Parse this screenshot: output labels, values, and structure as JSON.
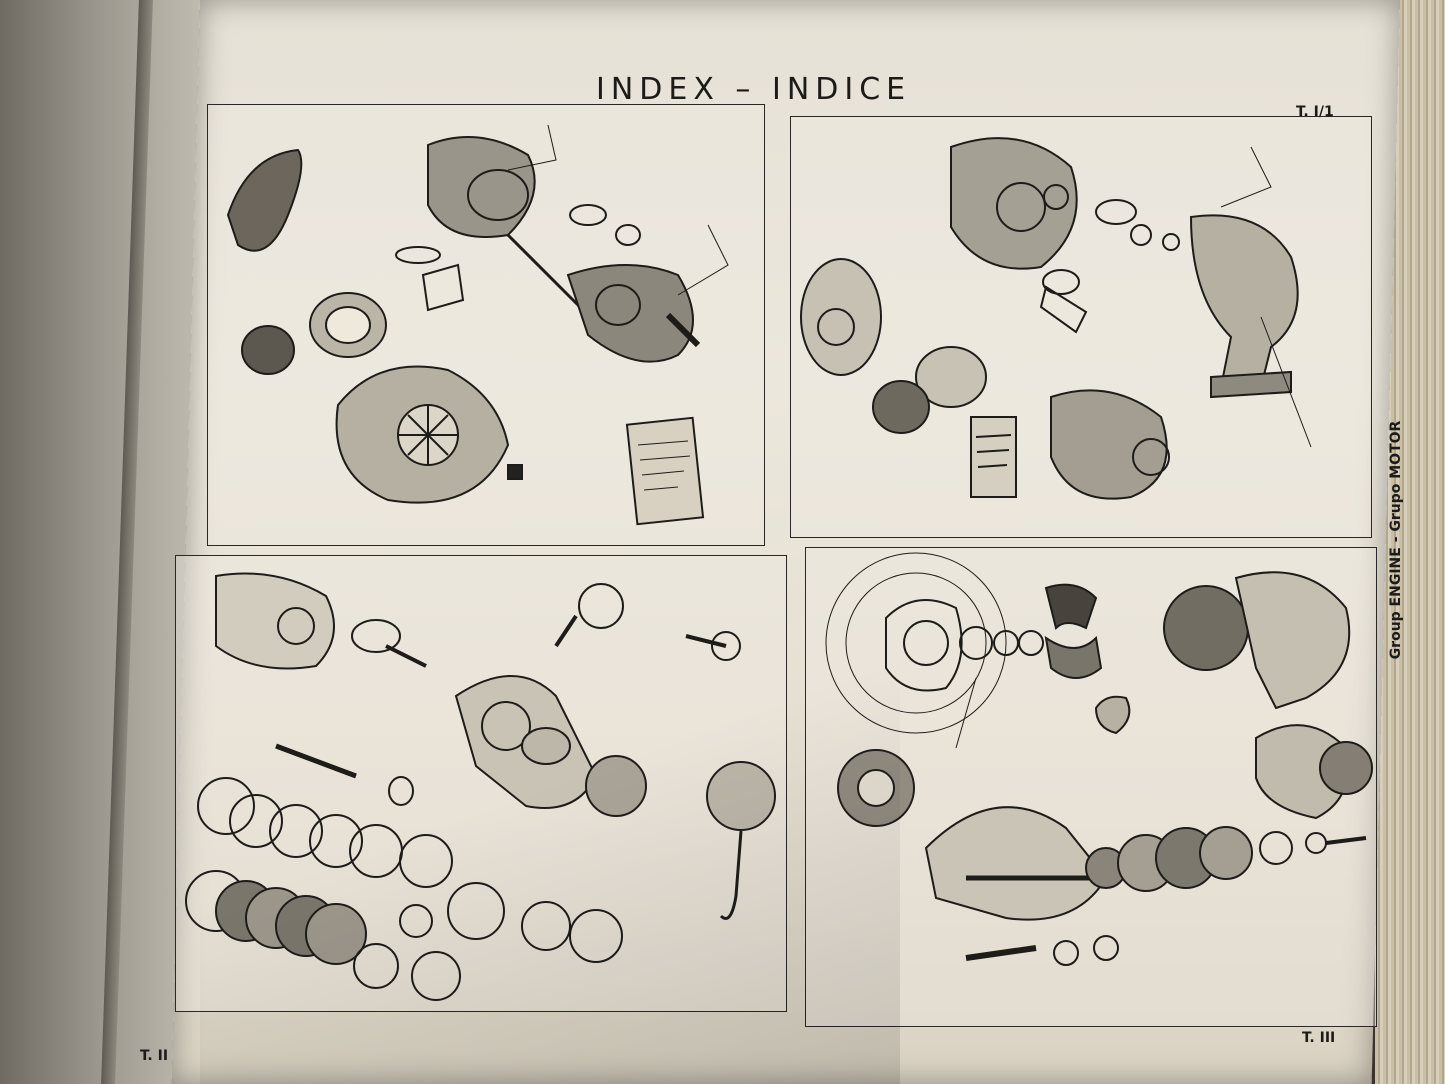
{
  "header": {
    "title": "INDEX – INDICE",
    "top_right_code": "T. I/1"
  },
  "side": {
    "group_label": "Group ENGINE - Grupo MOTOR"
  },
  "footer": {
    "left_code": "T. II",
    "right_code": "T. III"
  },
  "panels": [
    {
      "id": "top-left"
    },
    {
      "id": "top-right"
    },
    {
      "id": "bottom-left"
    },
    {
      "id": "bottom-right"
    }
  ]
}
